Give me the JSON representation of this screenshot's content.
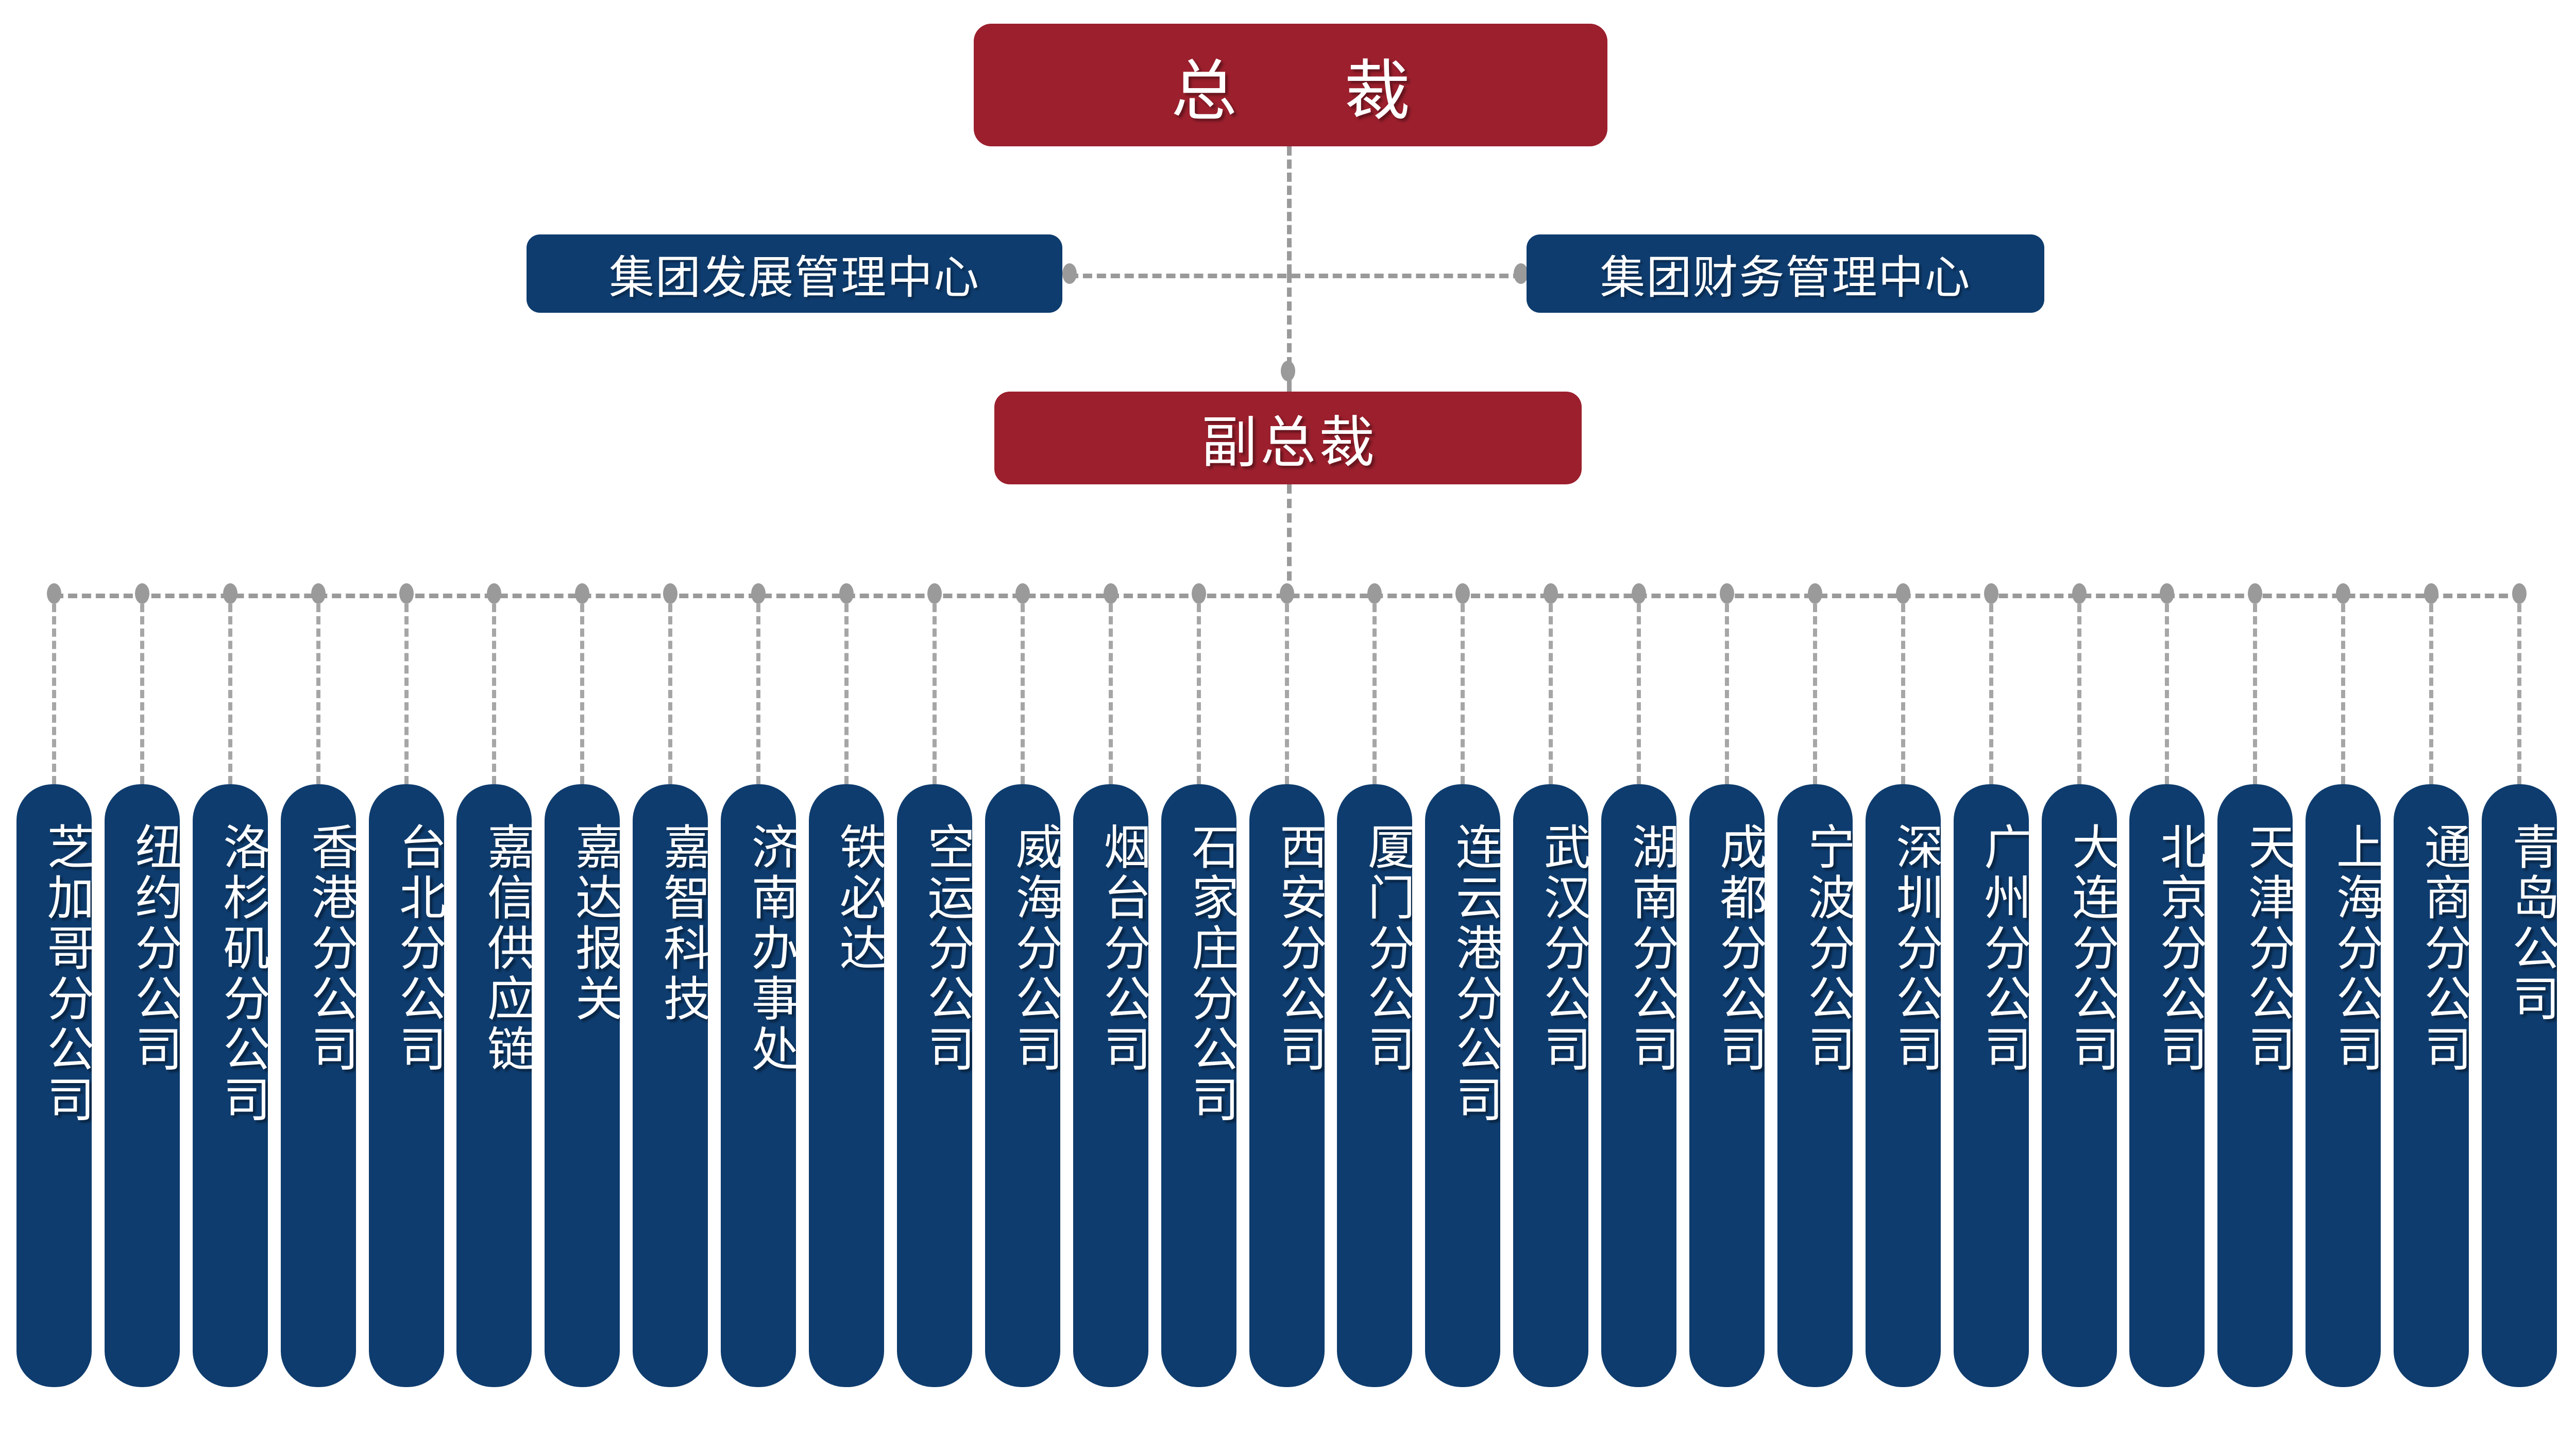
{
  "colors": {
    "executive_red": "#9b1f2d",
    "unit_blue": "#0e3c6e",
    "connector_gray": "#9a9a9a",
    "background": "#ffffff",
    "text": "#ffffff"
  },
  "chart_data": {
    "type": "diagram",
    "diagram_kind": "organization-chart",
    "orientation": "top-down",
    "levels": 4,
    "node_count": 33
  },
  "org": {
    "president": {
      "label": "总　裁",
      "level": 1,
      "color": "#9b1f2d"
    },
    "staff_centers": [
      {
        "label": "集团发展管理中心",
        "level": 2,
        "side": "left",
        "color": "#0e3c6e"
      },
      {
        "label": "集团财务管理中心",
        "level": 2,
        "side": "right",
        "color": "#0e3c6e"
      }
    ],
    "vice_president": {
      "label": "副总裁",
      "level": 3,
      "color": "#9b1f2d"
    },
    "branches": [
      {
        "label": "芝加哥分公司"
      },
      {
        "label": "纽约分公司"
      },
      {
        "label": "洛杉矶分公司"
      },
      {
        "label": "香港分公司"
      },
      {
        "label": "台北分公司"
      },
      {
        "label": "嘉信供应链"
      },
      {
        "label": "嘉达报关"
      },
      {
        "label": "嘉智科技"
      },
      {
        "label": "济南办事处"
      },
      {
        "label": "铁必达"
      },
      {
        "label": "空运分公司"
      },
      {
        "label": "威海分公司"
      },
      {
        "label": "烟台分公司"
      },
      {
        "label": "石家庄分公司"
      },
      {
        "label": "西安分公司"
      },
      {
        "label": "厦门分公司"
      },
      {
        "label": "连云港分公司"
      },
      {
        "label": "武汉分公司"
      },
      {
        "label": "湖南分公司"
      },
      {
        "label": "成都分公司"
      },
      {
        "label": "宁波分公司"
      },
      {
        "label": "深圳分公司"
      },
      {
        "label": "广州分公司"
      },
      {
        "label": "大连分公司"
      },
      {
        "label": "北京分公司"
      },
      {
        "label": "天津分公司"
      },
      {
        "label": "上海分公司"
      },
      {
        "label": "通商分公司"
      },
      {
        "label": "青岛公司"
      }
    ]
  }
}
